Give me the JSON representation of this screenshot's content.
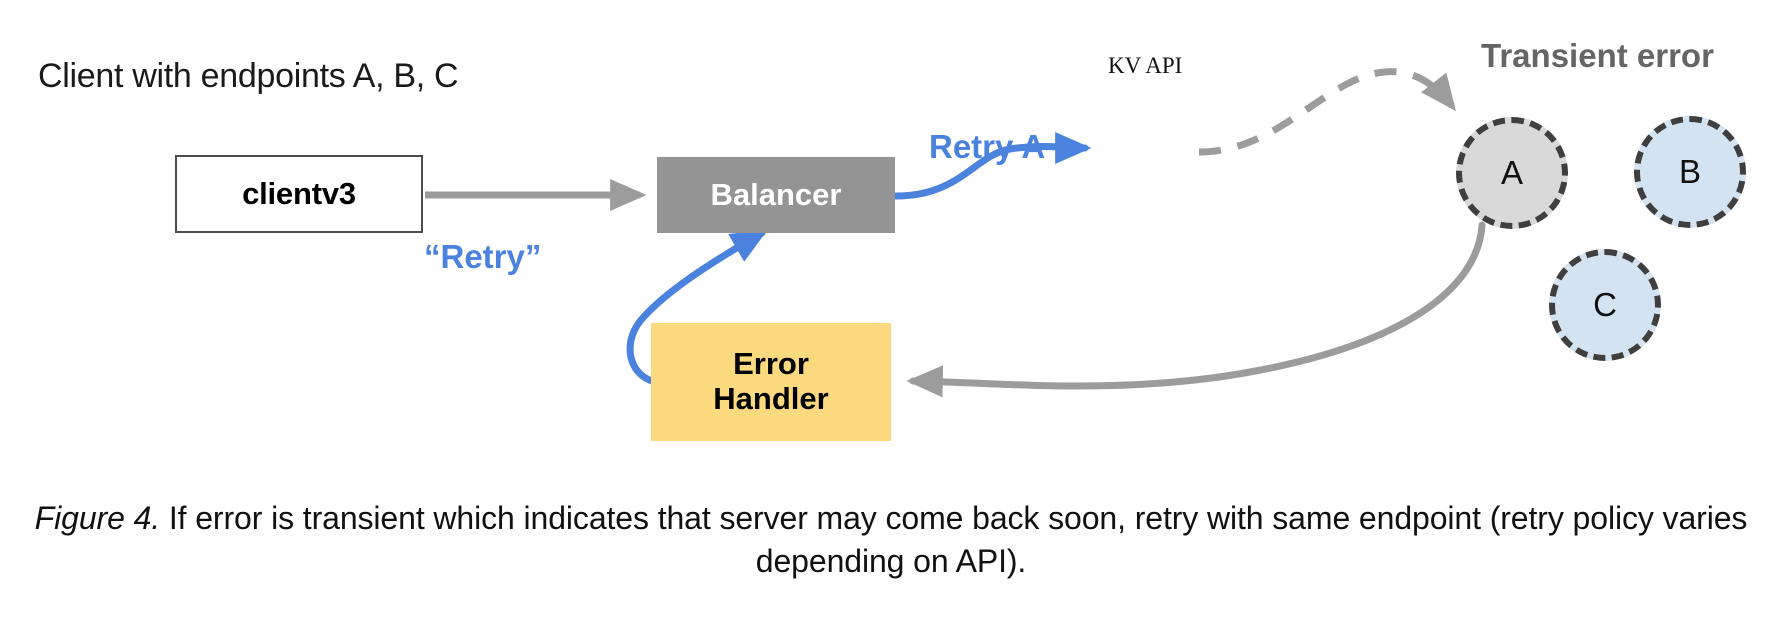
{
  "figure": {
    "client_caption": "Client with endpoints A, B, C",
    "caption_number": "Figure 4.",
    "caption_text": " If error is transient which indicates that server may come back soon, retry with same endpoint (retry policy varies depending on API)."
  },
  "boxes": {
    "client": {
      "label": "clientv3",
      "fill": "#ffffff",
      "border": "#4d4d4d",
      "text_color": "#000000"
    },
    "balancer": {
      "label": "Balancer",
      "fill": "#949494",
      "text_color": "#ffffff"
    },
    "error_handler": {
      "label_line1": "Error",
      "label_line2": "Handler",
      "fill": "#fad97f",
      "text_color": "#000000"
    }
  },
  "endpoints": [
    {
      "id": "a",
      "label": "A",
      "fill": "#d9d9d9",
      "border": "#3f3f3f",
      "state": "transient-error"
    },
    {
      "id": "b",
      "label": "B",
      "fill": "#d4e3f2",
      "border": "#3f3f3f",
      "state": "healthy"
    },
    {
      "id": "c",
      "label": "C",
      "fill": "#d4e3f2",
      "border": "#3f3f3f",
      "state": "healthy"
    }
  ],
  "labels": {
    "retry_a": "Retry A",
    "retry_quoted": "“Retry”",
    "kv_api": "KV API",
    "transient_error": "Transient error"
  },
  "colors": {
    "blue_accent": "#4a82dd",
    "gray_arrow": "#9c9c9c",
    "gray_text": "#656565",
    "balancer_gray": "#949494",
    "node_a_gray": "#d9d9d9",
    "node_blue": "#d4e3f2",
    "error_yellow": "#fad97f",
    "dash_border": "#3f3f3f"
  },
  "edges": [
    {
      "name": "client-to-balancer",
      "from": "clientv3",
      "to": "Balancer",
      "style": "solid",
      "color": "#9c9c9c"
    },
    {
      "name": "balancer-to-retry-a",
      "from": "Balancer",
      "to": "Retry A",
      "style": "solid",
      "color": "#4a82dd"
    },
    {
      "name": "retry-a-to-node-a",
      "from": "Retry A",
      "to": "A",
      "style": "dashed",
      "color": "#9c9c9c",
      "label": "KV API"
    },
    {
      "name": "node-a-to-error-handler",
      "from": "A",
      "to": "Error Handler",
      "style": "solid",
      "color": "#9c9c9c"
    },
    {
      "name": "error-handler-to-balancer",
      "from": "Error Handler",
      "to": "Balancer",
      "style": "solid",
      "color": "#4a82dd",
      "label": "“Retry”"
    }
  ]
}
